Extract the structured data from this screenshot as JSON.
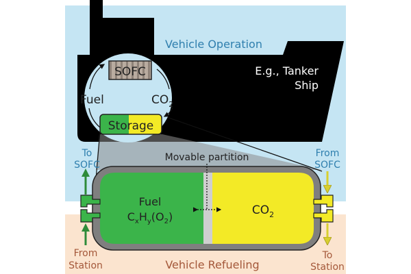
{
  "sections": {
    "operation": "Vehicle Operation",
    "refueling": "Vehicle Refueling"
  },
  "ship": {
    "line1": "E.g., Tanker",
    "line2": "Ship"
  },
  "cycle": {
    "sofc": "SOFC",
    "fuel": "Fuel",
    "co2_main": "CO",
    "co2_sub": "2",
    "storage": "Storage"
  },
  "tank": {
    "partition_label": "Movable partition",
    "fuel_label": "Fuel",
    "fuel_formula": {
      "c": "C",
      "x": "x",
      "h": "H",
      "y": "y",
      "o_open": "(O",
      "two": "2",
      "close": ")"
    },
    "co2_main": "CO",
    "co2_sub": "2"
  },
  "ports": {
    "to_sofc": [
      "To",
      "SOFC"
    ],
    "from_sofc": [
      "From",
      "SOFC"
    ],
    "from_station": [
      "From",
      "Station"
    ],
    "to_station": [
      "To",
      "Station"
    ]
  },
  "colors": {
    "operation_bg": "#c5e5f3",
    "refueling_bg": "#fbe4cf",
    "fuel": "#3bb44a",
    "co2": "#f3ea26",
    "tank_shell": "#7f7f7f"
  }
}
